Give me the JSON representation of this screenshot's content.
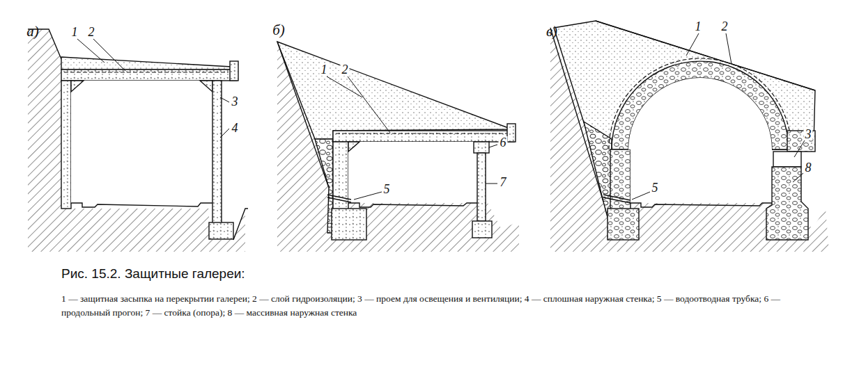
{
  "diagram": {
    "caption": "Рис. 15.2. Защитные галереи:",
    "labels": [
      "а)",
      "1",
      "2",
      "3",
      "4",
      "б)",
      "1",
      "2",
      "5",
      "6",
      "7",
      "в)",
      "1",
      "2",
      "3",
      "5",
      "8",
      "1 — защитная засыпка на перекрытии галереи; 2 — слой гидроизоляции; 3 — проем для освещения и вентиляции; 4 — сплошная наружная стенка; 5 — водоотводная трубка; 6 — продольный прогон; 7 — стойка (опора); 8 — массивная наружная стенка"
    ]
  }
}
